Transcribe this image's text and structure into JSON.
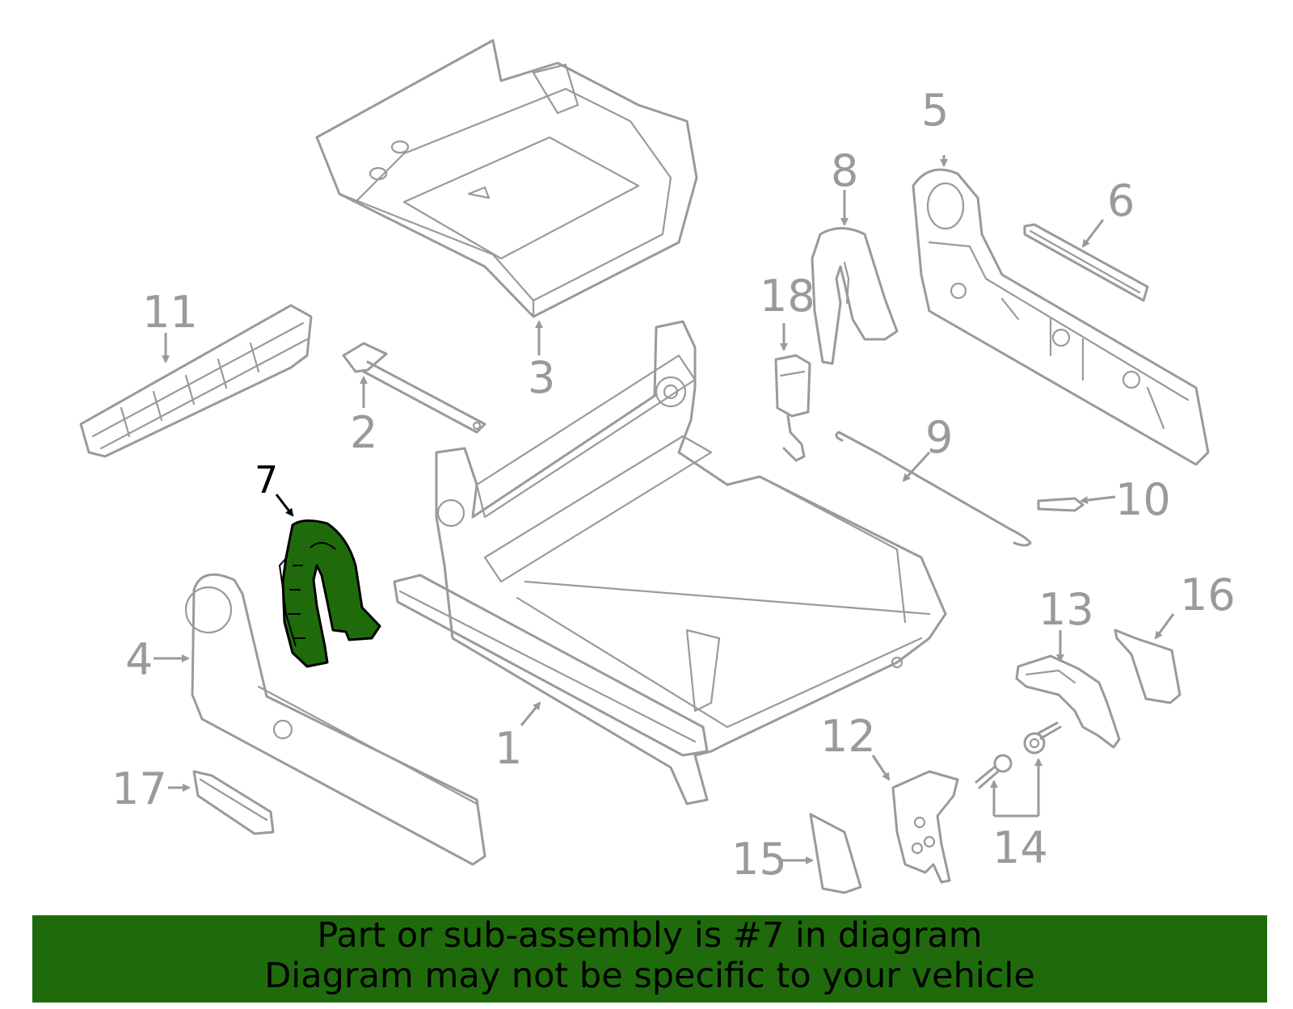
{
  "highlighted_part": "7",
  "colors": {
    "highlight": "#1f6b0c",
    "lines": "#9a9a9a",
    "banner": "#1f6b0c"
  },
  "callouts": {
    "c1": "1",
    "c2": "2",
    "c3": "3",
    "c4": "4",
    "c5": "5",
    "c6": "6",
    "c7": "7",
    "c8": "8",
    "c9": "9",
    "c10": "10",
    "c11": "11",
    "c12": "12",
    "c13": "13",
    "c14": "14",
    "c15": "15",
    "c16": "16",
    "c17": "17",
    "c18": "18"
  },
  "banner": {
    "line1": "Part or sub-assembly is #7 in diagram",
    "line2": "Diagram may not be specific to your vehicle"
  }
}
